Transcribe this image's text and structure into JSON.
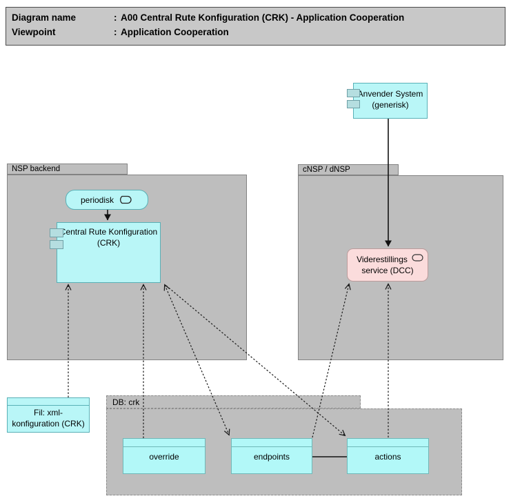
{
  "title_block": {
    "rows": [
      {
        "label": "Diagram name",
        "colon": ":",
        "value": "A00 Central Rute Konfiguration (CRK) - Application Cooperation"
      },
      {
        "label": "Viewpoint",
        "colon": ":",
        "value": "Application Cooperation"
      }
    ]
  },
  "packages": {
    "nsp_backend": {
      "label": "NSP backend"
    },
    "cnsp": {
      "label": "cNSP / dNSP"
    },
    "db_crk": {
      "label": "DB: crk"
    }
  },
  "nodes": {
    "anvender_system": {
      "line1": "Anvender System",
      "line2": "(generisk)",
      "type": "component"
    },
    "periodisk": {
      "label": "periodisk",
      "type": "event"
    },
    "crk": {
      "line1": "Central Rute Konfiguration",
      "line2": "(CRK)",
      "type": "component"
    },
    "dcc": {
      "line1": "Viderestillings",
      "line2": "service (DCC)",
      "type": "service"
    },
    "fil_xml": {
      "line1": "Fil: xml-",
      "line2": "konfiguration (CRK)",
      "type": "artifact"
    }
  },
  "db_tables": [
    {
      "label": "override"
    },
    {
      "label": "endpoints"
    },
    {
      "label": "actions"
    }
  ],
  "icons": {
    "component_tabs": "component-icon",
    "event": "event-icon",
    "service": "service-oval-icon"
  },
  "connectors": [
    {
      "from": "periodisk",
      "to": "crk",
      "style": "solid",
      "arrow": "filled"
    },
    {
      "from": "anvender_system",
      "to": "dcc",
      "style": "solid",
      "arrow": "filled"
    },
    {
      "from": "fil_xml",
      "to": "crk",
      "style": "dashed",
      "arrow": "open"
    },
    {
      "from": "override",
      "to": "crk",
      "style": "dashed",
      "arrow": "open"
    },
    {
      "from": "crk",
      "to": "endpoints",
      "style": "dashed",
      "arrow": "open-both"
    },
    {
      "from": "crk",
      "to": "actions",
      "style": "dashed",
      "arrow": "open"
    },
    {
      "from": "endpoints",
      "to": "dcc",
      "style": "dashed",
      "arrow": "open"
    },
    {
      "from": "actions",
      "to": "dcc",
      "style": "dashed",
      "arrow": "open"
    },
    {
      "from": "endpoints",
      "to": "actions",
      "style": "solid",
      "arrow": "none"
    }
  ],
  "colors": {
    "node_fill": "#b9f6f7",
    "node_border": "#58b0b6",
    "table_fill": "#b2f8f8",
    "table_border": "#6fb8b8",
    "service_fill": "#fbdcdc",
    "service_border": "#bb9b9b",
    "package_fill": "#bebebe",
    "package_border": "#828282",
    "title_fill": "#c8c8c8",
    "connector": "#1a1a1a",
    "background": "#ffffff"
  }
}
